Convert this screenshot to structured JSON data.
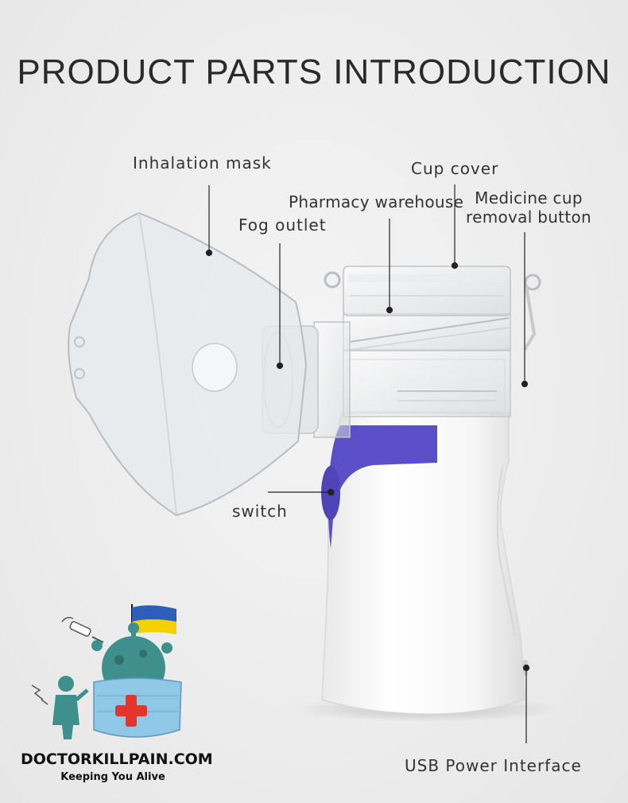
{
  "title": "PRODUCT PARTS INTRODUCTION",
  "labels": {
    "inhalation_mask": "Inhalation mask",
    "cup_cover": "Cup cover",
    "pharmacy_warehouse": "Pharmacy warehouse",
    "medicine_cup_line1": "Medicine cup",
    "medicine_cup_line2": "removal button",
    "fog_outlet": "Fog outlet",
    "switch": "switch",
    "usb_power": "USB Power Interface"
  },
  "brand": {
    "name": "DOCTORKILLPAIN.COM",
    "tagline": "Keeping You Alive"
  },
  "colors": {
    "accent_purple": "#5a4fc7",
    "body_white": "#fafafa",
    "leader_line": "#222222",
    "virus_teal": "#3f8f8c",
    "flag_blue": "#2d5fb8",
    "flag_yellow": "#f4d000",
    "cross_red": "#e2352b"
  }
}
